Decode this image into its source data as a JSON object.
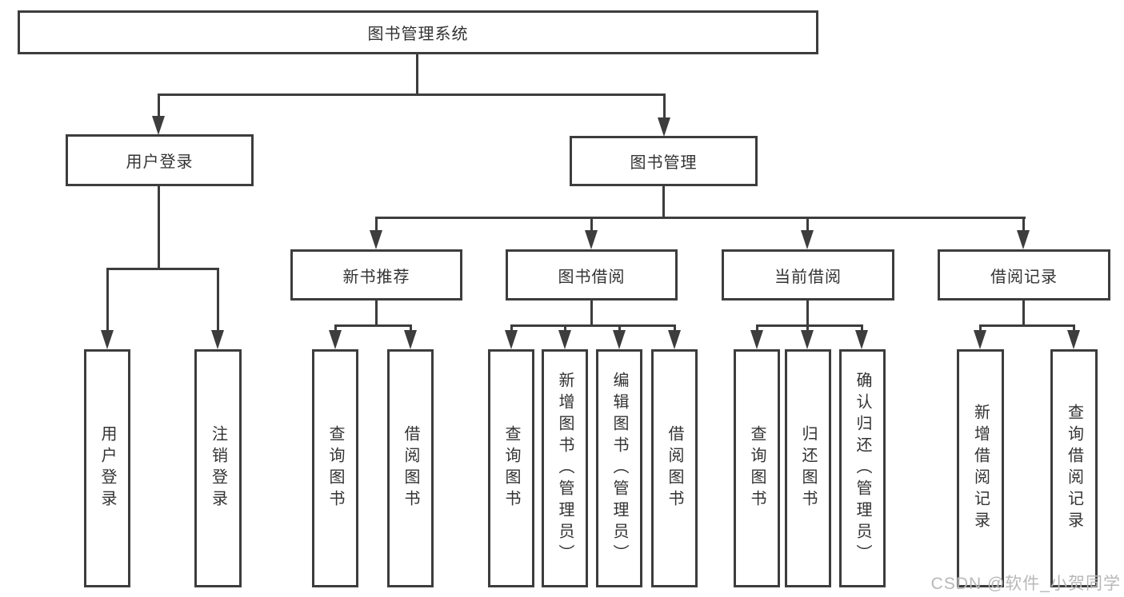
{
  "diagram": {
    "watermark": "CSDN @软件_小贺同学",
    "colors": {
      "line": "#3d3d3d",
      "box_border": "#3d3d3d",
      "text": "#333333",
      "background": "#ffffff",
      "watermark": "#b8b8b8"
    },
    "tree": {
      "label": "图书管理系统",
      "children": [
        {
          "label": "用户登录",
          "children": [
            {
              "label": "用户登录"
            },
            {
              "label": "注销登录"
            }
          ]
        },
        {
          "label": "图书管理",
          "children": [
            {
              "label": "新书推荐",
              "children": [
                {
                  "label": "查询图书"
                },
                {
                  "label": "借阅图书"
                }
              ]
            },
            {
              "label": "图书借阅",
              "children": [
                {
                  "label": "查询图书"
                },
                {
                  "label": "新增图书（管理员）"
                },
                {
                  "label": "编辑图书（管理员）"
                },
                {
                  "label": "借阅图书"
                }
              ]
            },
            {
              "label": "当前借阅",
              "children": [
                {
                  "label": "查询图书"
                },
                {
                  "label": "归还图书"
                },
                {
                  "label": "确认归还（管理员）"
                }
              ]
            },
            {
              "label": "借阅记录",
              "children": [
                {
                  "label": "新增借阅记录"
                },
                {
                  "label": "查询借阅记录"
                }
              ]
            }
          ]
        }
      ]
    }
  }
}
